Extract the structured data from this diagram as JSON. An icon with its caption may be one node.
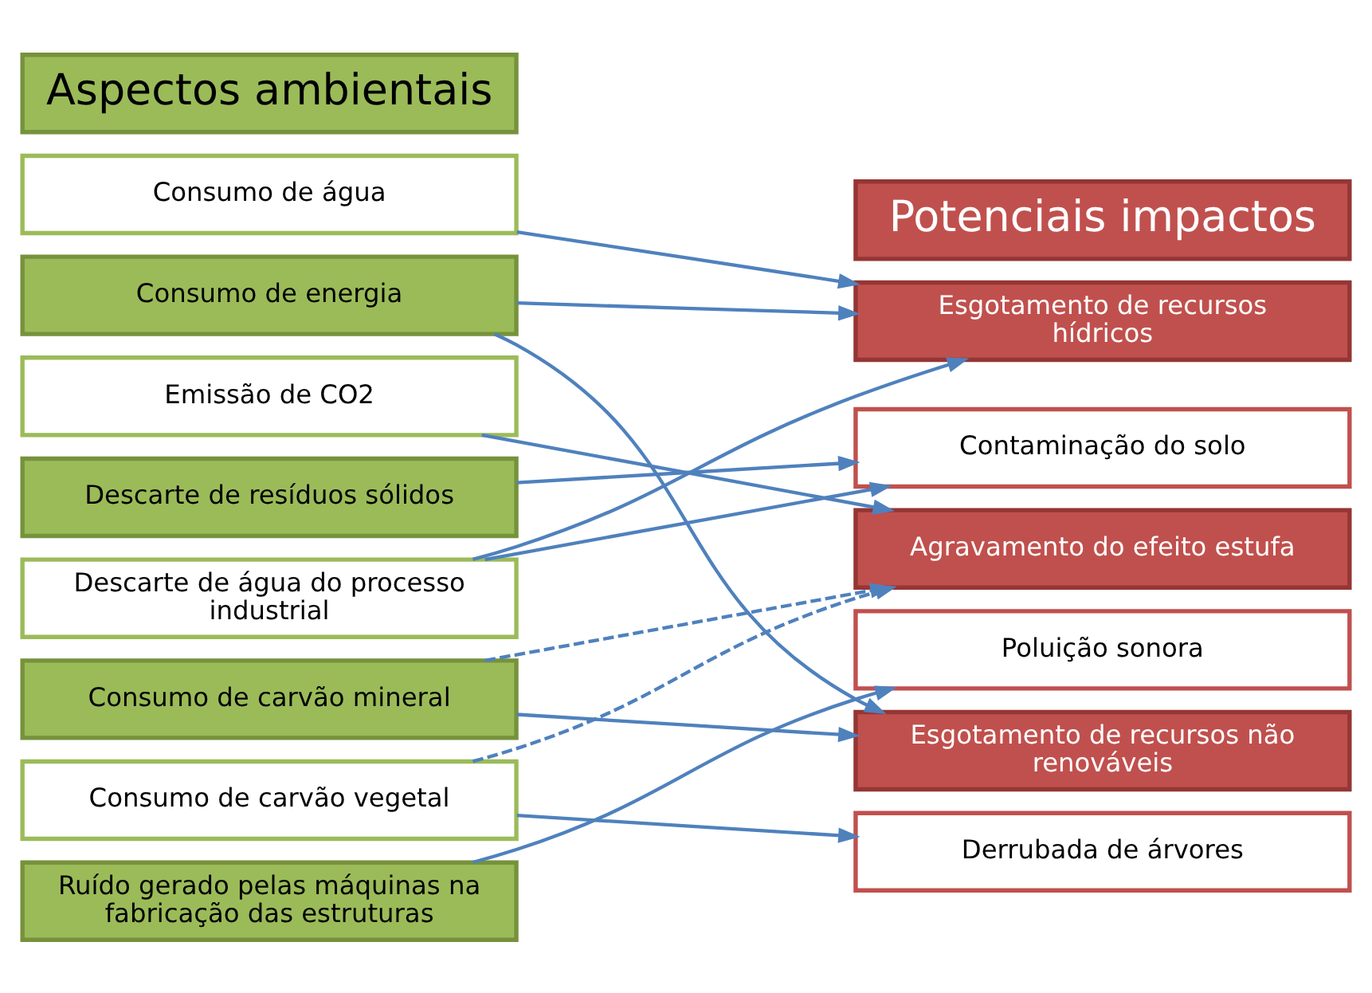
{
  "diagram": {
    "nodes": [
      {
        "text": [
          "Aspectos ambientais"
        ]
      },
      {
        "text": [
          "Potenciais impactos"
        ]
      },
      {
        "text": [
          "Consumo de água"
        ]
      },
      {
        "text": [
          "Consumo de energia"
        ]
      },
      {
        "text": [
          "Emissão de CO2"
        ]
      },
      {
        "text": [
          "Descarte de resíduos sólidos"
        ]
      },
      {
        "text": [
          "Descarte de água do processo industrial"
        ]
      },
      {
        "text": [
          "Consumo de carvão mineral"
        ]
      },
      {
        "text": [
          "Consumo de carvão vegetal"
        ]
      },
      {
        "text": [
          "Ruído gerado pelas máquinas na fabricação das estruturas"
        ]
      },
      {
        "text": [
          "Esgotamento de recursos hídricos"
        ]
      },
      {
        "text": [
          "Contaminação do solo"
        ]
      },
      {
        "text": [
          "Agravamento do efeito estufa"
        ]
      },
      {
        "text": [
          "Poluição sonora"
        ]
      },
      {
        "text": [
          "Esgotamento de recursos não renováveis"
        ]
      },
      {
        "text": [
          "Derrubada de árvores"
        ]
      }
    ],
    "edges": [
      {
        "from": 2,
        "to": 10,
        "arrow": "to"
      },
      {
        "from": 3,
        "to": 10,
        "arrow": "to"
      },
      {
        "from": 3,
        "to": 14,
        "arrow": "to"
      },
      {
        "from": 4,
        "to": 12,
        "arrow": "to"
      },
      {
        "from": 5,
        "to": 11,
        "arrow": "to"
      },
      {
        "from": 6,
        "to": 10,
        "arrow": "to"
      },
      {
        "from": 6,
        "to": 11,
        "arrow": "to"
      },
      {
        "from": 7,
        "to": 12,
        "arrow": "to",
        "style": "dashed"
      },
      {
        "from": 7,
        "to": 14,
        "arrow": "to"
      },
      {
        "from": 8,
        "to": 12,
        "arrow": "to",
        "style": "dashed"
      },
      {
        "from": 8,
        "to": 15,
        "arrow": "to"
      },
      {
        "from": 9,
        "to": 13,
        "arrow": "to"
      }
    ]
  }
}
